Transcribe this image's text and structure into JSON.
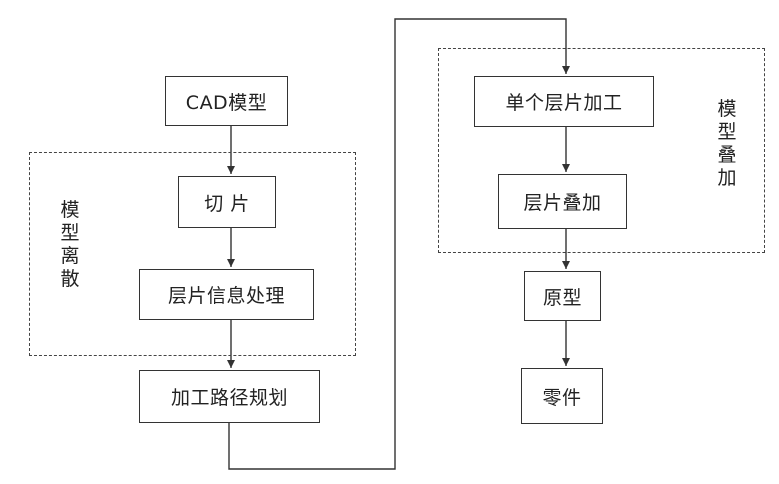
{
  "nodes": {
    "cad_model": "CAD模型",
    "slicing": "切 片",
    "layer_info_processing": "层片信息处理",
    "path_planning": "加工路径规划",
    "single_layer_machining": "单个层片加工",
    "layer_stacking": "层片叠加",
    "prototype": "原型",
    "part": "零件"
  },
  "regions": {
    "model_discretization": "模型离散",
    "model_stacking": "模型叠加"
  },
  "colors": {
    "stroke": "#333333",
    "background": "#ffffff"
  }
}
